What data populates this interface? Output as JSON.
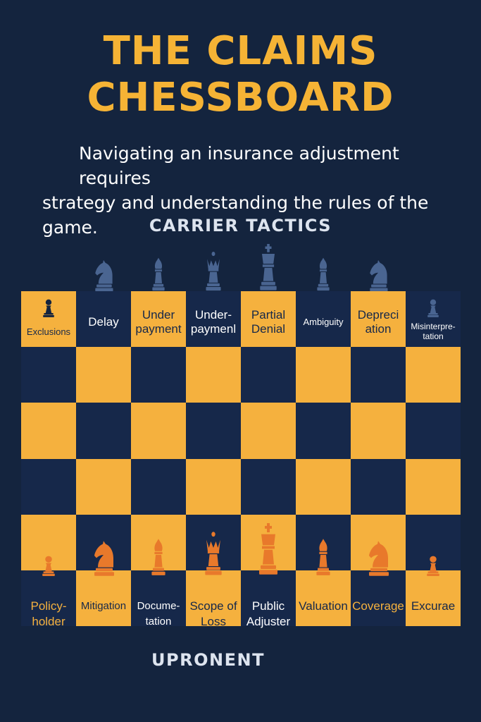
{
  "title_line1": "THE CLAIMS",
  "title_line2": "CHESSBOARD",
  "subtitle_line1": "Navigating an insurance adjustment requires",
  "subtitle_line2": "strategy and understanding the rules of the game.",
  "top_label": "CARRIER TACTICS",
  "bottom_label": "UPRONENT",
  "colors": {
    "background": "#14243e",
    "accent": "#f5b13e",
    "carrier_piece": "#4a6591",
    "player_piece": "#e8792b"
  },
  "carrier_row": [
    {
      "label": "Exclusions",
      "piece": "pawn"
    },
    {
      "label": "Delay",
      "piece": "knight"
    },
    {
      "label": "Under payment",
      "piece": "bishop"
    },
    {
      "label": "Under- paymenl",
      "piece": "queen"
    },
    {
      "label": "Partial Denial",
      "piece": "king"
    },
    {
      "label": "Ambiguity",
      "piece": "bishop"
    },
    {
      "label": "Depreci ation",
      "piece": "knight"
    },
    {
      "label": "Misinterpre- tation",
      "piece": "pawn"
    }
  ],
  "player_row": [
    {
      "label": "Policy- holder",
      "piece": "pawn"
    },
    {
      "label": "Mitigation",
      "piece": "knight"
    },
    {
      "label": "Docume- tation",
      "piece": "bishop"
    },
    {
      "label": "Scope of Loss",
      "piece": "queen"
    },
    {
      "label": "Public Adjuster",
      "piece": "king"
    },
    {
      "label": "Valuation",
      "piece": "bishop"
    },
    {
      "label": "Coverage",
      "piece": "knight"
    },
    {
      "label": "Excurae",
      "piece": "pawn"
    }
  ]
}
